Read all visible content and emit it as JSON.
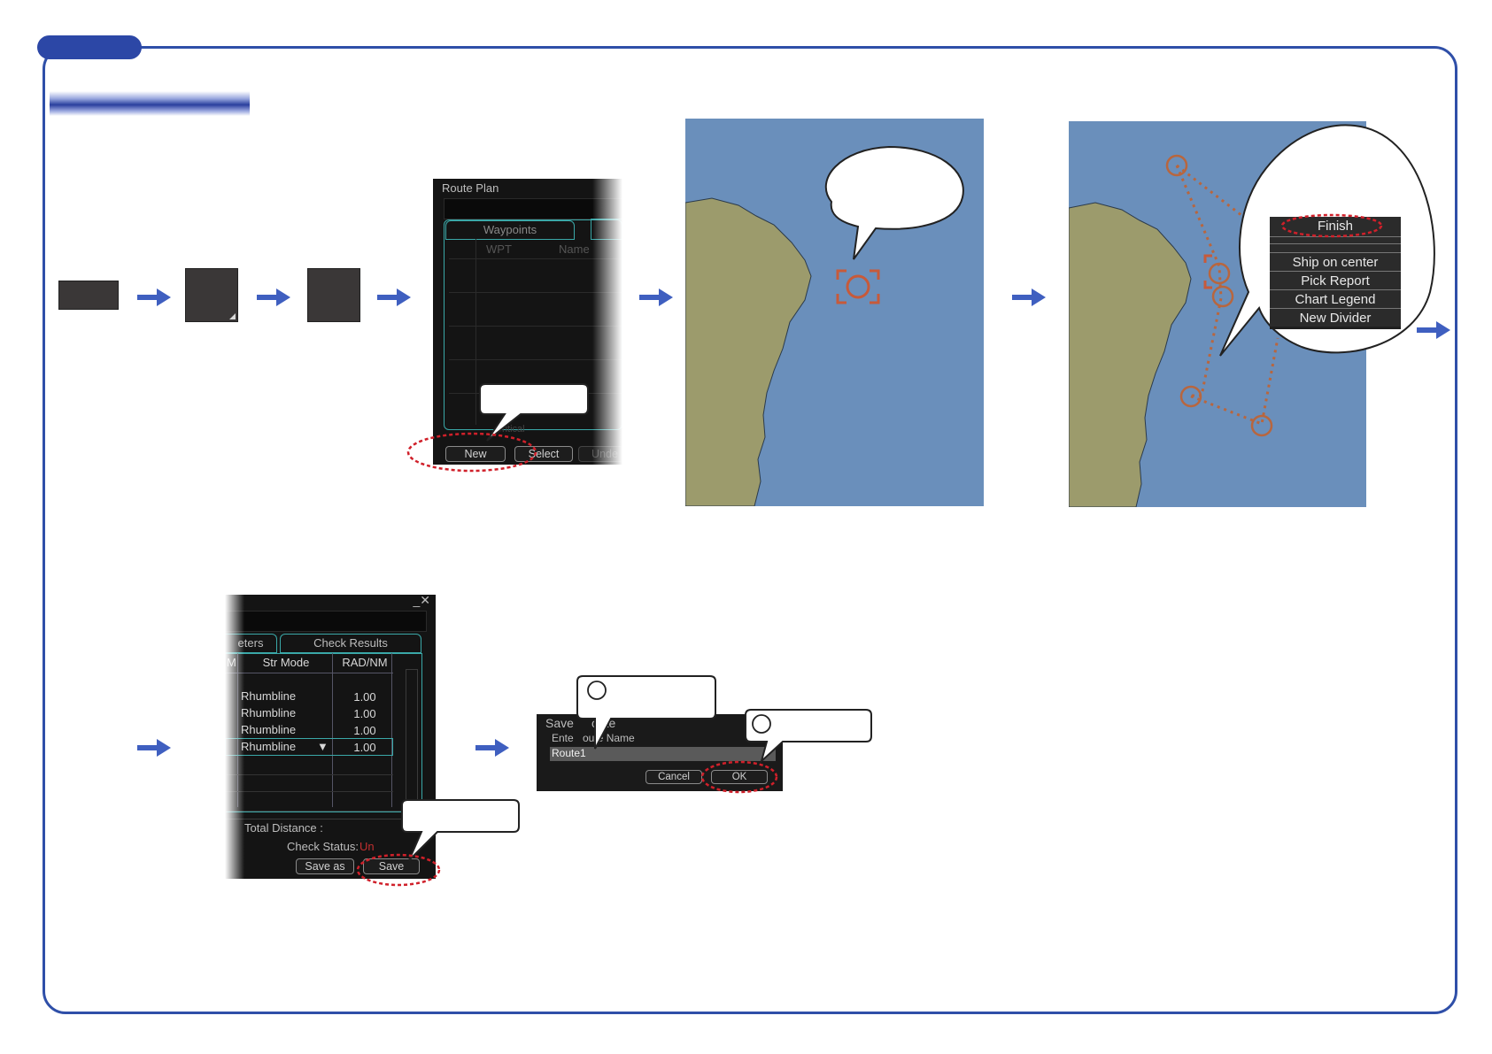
{
  "route_plan_panel": {
    "title": "Route Plan",
    "tab_waypoints": "Waypoints",
    "col_wpt": "WPT",
    "col_name": "Name",
    "bottom_text": "Critical",
    "btn_new": "New",
    "btn_select": "Select",
    "btn_clipped": "Unde"
  },
  "context_menu": {
    "items": [
      "Finish",
      "Ship on center",
      "Pick Report",
      "Chart Legend",
      "New Divider"
    ]
  },
  "route_table_panel": {
    "tab_parameters_clipped": "eters",
    "tab_check_results": "Check Results",
    "col_clipped": "M",
    "col_str_mode": "Str Mode",
    "col_rad": "RAD/NM",
    "rows": [
      {
        "mode": "Rhumbline",
        "rad": "1.00"
      },
      {
        "mode": "Rhumbline",
        "rad": "1.00"
      },
      {
        "mode": "Rhumbline",
        "rad": "1.00"
      },
      {
        "mode": "Rhumbline",
        "rad": "1.00"
      }
    ],
    "total_distance_label": "Total Distance :",
    "check_status_label": "Check Status:",
    "check_status_value": "Un",
    "btn_save_as": "Save as",
    "btn_save": "Save"
  },
  "save_route_dialog": {
    "title_start": "Save",
    "title_end": "oute",
    "label_start": "Ente",
    "label_end": "oute Name",
    "value": "Route1",
    "btn_cancel": "Cancel",
    "btn_ok": "OK"
  },
  "colors": {
    "accent": "#2c47a6",
    "arrow": "#3f5fc0",
    "sea": "#6a8fbb",
    "land": "#9c9b6c",
    "route": "#b8663e",
    "highlight_ring": "#d0202a"
  }
}
